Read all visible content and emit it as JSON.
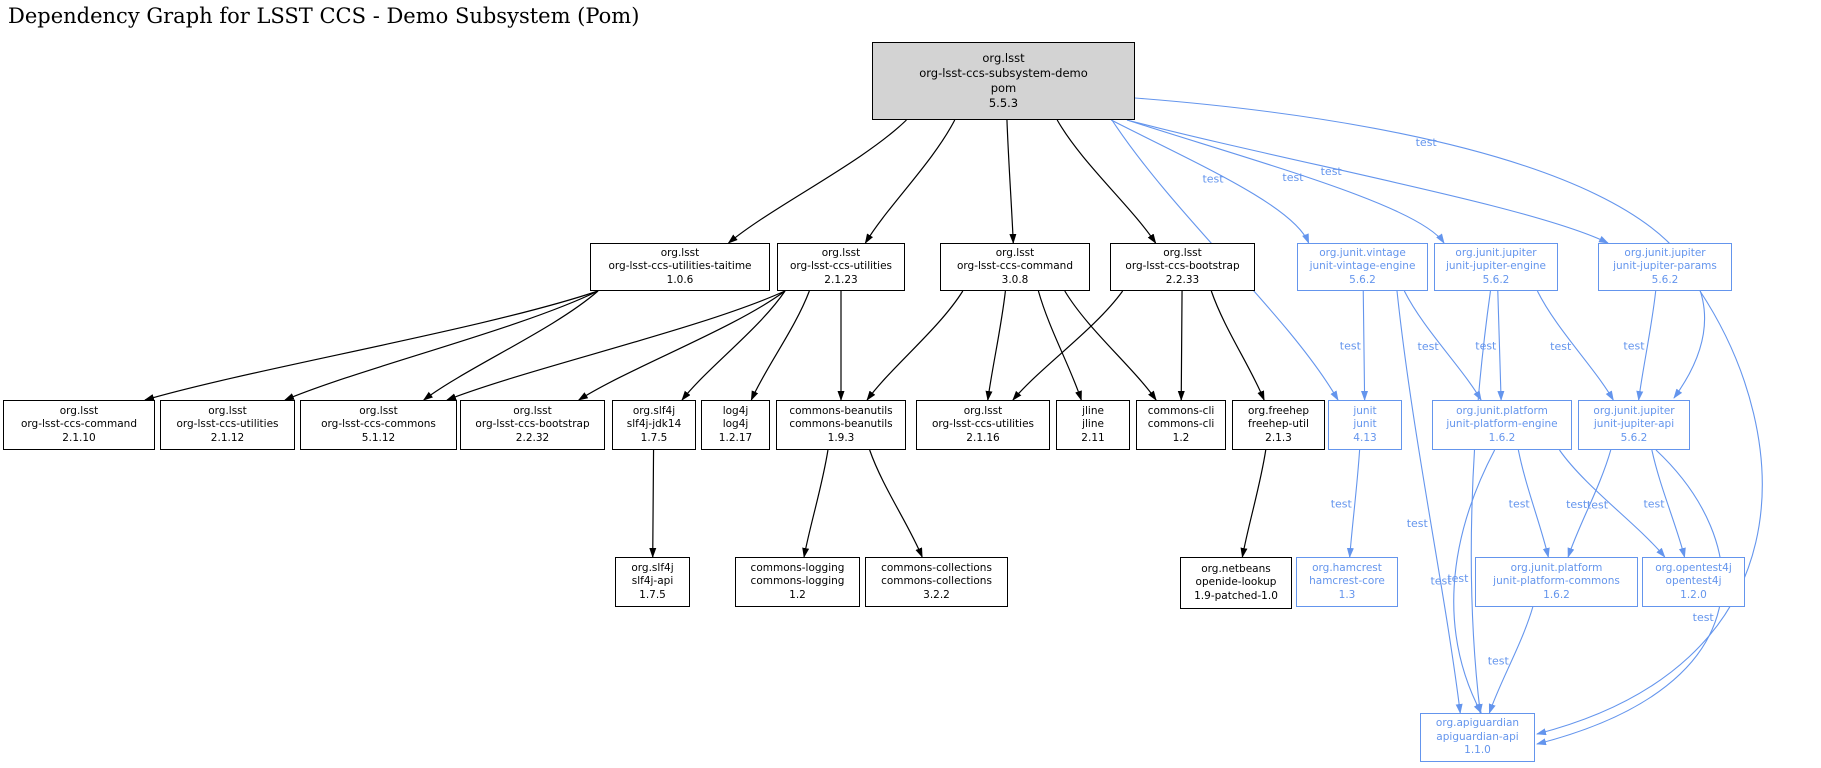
{
  "title": "Dependency Graph for LSST CCS - Demo Subsystem (Pom)",
  "colors": {
    "test_accent": "#6495ed",
    "node_border": "#000000",
    "root_fill": "#d3d3d3",
    "background": "#ffffff"
  },
  "edge_label_text": "test",
  "nodes": [
    {
      "id": "root",
      "scope": "root",
      "lines": [
        "org.lsst",
        "org-lsst-ccs-subsystem-demo",
        "pom",
        "5.5.3"
      ]
    },
    {
      "id": "taitime",
      "scope": "compile",
      "lines": [
        "org.lsst",
        "org-lsst-ccs-utilities-taitime",
        "1.0.6"
      ]
    },
    {
      "id": "util23",
      "scope": "compile",
      "lines": [
        "org.lsst",
        "org-lsst-ccs-utilities",
        "2.1.23"
      ]
    },
    {
      "id": "cmd308",
      "scope": "compile",
      "lines": [
        "org.lsst",
        "org-lsst-ccs-command",
        "3.0.8"
      ]
    },
    {
      "id": "boot233",
      "scope": "compile",
      "lines": [
        "org.lsst",
        "org-lsst-ccs-bootstrap",
        "2.2.33"
      ]
    },
    {
      "id": "vintage",
      "scope": "test",
      "lines": [
        "org.junit.vintage",
        "junit-vintage-engine",
        "5.6.2"
      ]
    },
    {
      "id": "jupeng",
      "scope": "test",
      "lines": [
        "org.junit.jupiter",
        "junit-jupiter-engine",
        "5.6.2"
      ]
    },
    {
      "id": "juppar",
      "scope": "test",
      "lines": [
        "org.junit.jupiter",
        "junit-jupiter-params",
        "5.6.2"
      ]
    },
    {
      "id": "cmd2110",
      "scope": "compile",
      "lines": [
        "org.lsst",
        "org-lsst-ccs-command",
        "2.1.10"
      ]
    },
    {
      "id": "util2112",
      "scope": "compile",
      "lines": [
        "org.lsst",
        "org-lsst-ccs-utilities",
        "2.1.12"
      ]
    },
    {
      "id": "commons",
      "scope": "compile",
      "lines": [
        "org.lsst",
        "org-lsst-ccs-commons",
        "5.1.12"
      ]
    },
    {
      "id": "boot2232",
      "scope": "compile",
      "lines": [
        "org.lsst",
        "org-lsst-ccs-bootstrap",
        "2.2.32"
      ]
    },
    {
      "id": "slf4jjdk",
      "scope": "compile",
      "lines": [
        "org.slf4j",
        "slf4j-jdk14",
        "1.7.5"
      ]
    },
    {
      "id": "log4j",
      "scope": "compile",
      "lines": [
        "log4j",
        "log4j",
        "1.2.17"
      ]
    },
    {
      "id": "beanutils",
      "scope": "compile",
      "lines": [
        "commons-beanutils",
        "commons-beanutils",
        "1.9.3"
      ]
    },
    {
      "id": "util2116",
      "scope": "compile",
      "lines": [
        "org.lsst",
        "org-lsst-ccs-utilities",
        "2.1.16"
      ]
    },
    {
      "id": "jline",
      "scope": "compile",
      "lines": [
        "jline",
        "jline",
        "2.11"
      ]
    },
    {
      "id": "cli",
      "scope": "compile",
      "lines": [
        "commons-cli",
        "commons-cli",
        "1.2"
      ]
    },
    {
      "id": "freehep",
      "scope": "compile",
      "lines": [
        "org.freehep",
        "freehep-util",
        "2.1.3"
      ]
    },
    {
      "id": "junit",
      "scope": "test",
      "lines": [
        "junit",
        "junit",
        "4.13"
      ]
    },
    {
      "id": "pleng",
      "scope": "test",
      "lines": [
        "org.junit.platform",
        "junit-platform-engine",
        "1.6.2"
      ]
    },
    {
      "id": "jupapi",
      "scope": "test",
      "lines": [
        "org.junit.jupiter",
        "junit-jupiter-api",
        "5.6.2"
      ]
    },
    {
      "id": "slf4japi",
      "scope": "compile",
      "lines": [
        "org.slf4j",
        "slf4j-api",
        "1.7.5"
      ]
    },
    {
      "id": "clogging",
      "scope": "compile",
      "lines": [
        "commons-logging",
        "commons-logging",
        "1.2"
      ]
    },
    {
      "id": "ccollections",
      "scope": "compile",
      "lines": [
        "commons-collections",
        "commons-collections",
        "3.2.2"
      ]
    },
    {
      "id": "openide",
      "scope": "compile",
      "lines": [
        "org.netbeans",
        "openide-lookup",
        "1.9-patched-1.0"
      ]
    },
    {
      "id": "hamcrest",
      "scope": "test",
      "lines": [
        "org.hamcrest",
        "hamcrest-core",
        "1.3"
      ]
    },
    {
      "id": "plcommons",
      "scope": "test",
      "lines": [
        "org.junit.platform",
        "junit-platform-commons",
        "1.6.2"
      ]
    },
    {
      "id": "opentest",
      "scope": "test",
      "lines": [
        "org.opentest4j",
        "opentest4j",
        "1.2.0"
      ]
    },
    {
      "id": "apiguardian",
      "scope": "test",
      "lines": [
        "org.apiguardian",
        "apiguardian-api",
        "1.1.0"
      ]
    }
  ],
  "edges": [
    {
      "from": "root",
      "to": "taitime",
      "scope": "compile"
    },
    {
      "from": "root",
      "to": "util23",
      "scope": "compile"
    },
    {
      "from": "root",
      "to": "cmd308",
      "scope": "compile"
    },
    {
      "from": "root",
      "to": "boot233",
      "scope": "compile"
    },
    {
      "from": "taitime",
      "to": "cmd2110",
      "scope": "compile"
    },
    {
      "from": "taitime",
      "to": "util2112",
      "scope": "compile"
    },
    {
      "from": "taitime",
      "to": "commons",
      "scope": "compile"
    },
    {
      "from": "util23",
      "to": "commons",
      "scope": "compile"
    },
    {
      "from": "util23",
      "to": "boot2232",
      "scope": "compile"
    },
    {
      "from": "util23",
      "to": "slf4jjdk",
      "scope": "compile"
    },
    {
      "from": "util23",
      "to": "log4j",
      "scope": "compile"
    },
    {
      "from": "util23",
      "to": "beanutils",
      "scope": "compile"
    },
    {
      "from": "cmd308",
      "to": "beanutils",
      "scope": "compile"
    },
    {
      "from": "cmd308",
      "to": "util2116",
      "scope": "compile"
    },
    {
      "from": "cmd308",
      "to": "jline",
      "scope": "compile"
    },
    {
      "from": "cmd308",
      "to": "cli",
      "scope": "compile"
    },
    {
      "from": "boot233",
      "to": "util2116",
      "scope": "compile"
    },
    {
      "from": "boot233",
      "to": "cli",
      "scope": "compile"
    },
    {
      "from": "boot233",
      "to": "freehep",
      "scope": "compile"
    },
    {
      "from": "slf4jjdk",
      "to": "slf4japi",
      "scope": "compile"
    },
    {
      "from": "beanutils",
      "to": "clogging",
      "scope": "compile"
    },
    {
      "from": "beanutils",
      "to": "ccollections",
      "scope": "compile"
    },
    {
      "from": "freehep",
      "to": "openide",
      "scope": "compile"
    },
    {
      "from": "root",
      "to": "vintage",
      "scope": "test",
      "label": "test"
    },
    {
      "from": "root",
      "to": "jupeng",
      "scope": "test",
      "label": "test"
    },
    {
      "from": "root",
      "to": "juppar",
      "scope": "test",
      "label": "test"
    },
    {
      "from": "root",
      "to": "junit",
      "scope": "test",
      "label": "test"
    },
    {
      "from": "root",
      "to": "jupapi",
      "scope": "test",
      "label": "test"
    },
    {
      "from": "vintage",
      "to": "junit",
      "scope": "test",
      "label": "test"
    },
    {
      "from": "vintage",
      "to": "pleng",
      "scope": "test",
      "label": "test"
    },
    {
      "from": "vintage",
      "to": "apiguardian",
      "scope": "test",
      "label": "test"
    },
    {
      "from": "jupeng",
      "to": "pleng",
      "scope": "test",
      "label": "test"
    },
    {
      "from": "jupeng",
      "to": "jupapi",
      "scope": "test",
      "label": "test"
    },
    {
      "from": "jupeng",
      "to": "apiguardian",
      "scope": "test",
      "label": "test"
    },
    {
      "from": "juppar",
      "to": "jupapi",
      "scope": "test",
      "label": "test"
    },
    {
      "from": "juppar",
      "to": "apiguardian",
      "scope": "test",
      "label": "test"
    },
    {
      "from": "junit",
      "to": "hamcrest",
      "scope": "test",
      "label": "test"
    },
    {
      "from": "pleng",
      "to": "plcommons",
      "scope": "test",
      "label": "test"
    },
    {
      "from": "pleng",
      "to": "opentest",
      "scope": "test",
      "label": "test"
    },
    {
      "from": "pleng",
      "to": "apiguardian",
      "scope": "test",
      "label": "test"
    },
    {
      "from": "jupapi",
      "to": "plcommons",
      "scope": "test",
      "label": "test"
    },
    {
      "from": "jupapi",
      "to": "opentest",
      "scope": "test",
      "label": "test"
    },
    {
      "from": "jupapi",
      "to": "apiguardian",
      "scope": "test",
      "label": "test"
    },
    {
      "from": "plcommons",
      "to": "apiguardian",
      "scope": "test",
      "label": "test"
    }
  ]
}
